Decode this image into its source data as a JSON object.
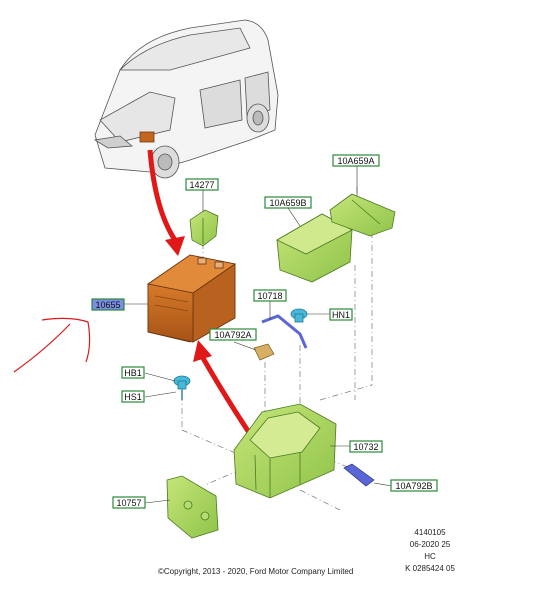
{
  "callouts": [
    {
      "id": "14277",
      "text": "14277"
    },
    {
      "id": "10a659a",
      "text": "10A659A"
    },
    {
      "id": "10a659b",
      "text": "10A659B"
    },
    {
      "id": "10655",
      "text": "10655"
    },
    {
      "id": "10718",
      "text": "10718"
    },
    {
      "id": "hn1",
      "text": "HN1"
    },
    {
      "id": "10a792a",
      "text": "10A792A"
    },
    {
      "id": "hb1",
      "text": "HB1"
    },
    {
      "id": "hs1",
      "text": "HS1"
    },
    {
      "id": "10732",
      "text": "10732"
    },
    {
      "id": "10a792b",
      "text": "10A792B"
    },
    {
      "id": "10757",
      "text": "10757"
    }
  ],
  "footer": {
    "copyright": "©Copyright, 2013 - 2020, Ford Motor Company Limited",
    "code_lines": [
      "4140105",
      "06-2020 25",
      "HC",
      "K 0285424 05"
    ]
  },
  "colors": {
    "label_border": "#2a8a3a",
    "label_fill": "#ffffff",
    "highlight_fill": "#7b8de6",
    "battery": "#c2661f",
    "battery_tray": "#a8d65a",
    "bracket": "#5a66d6",
    "fastener": "#47b8d8",
    "arrow": "#e01818",
    "tan": "#c9a054"
  }
}
